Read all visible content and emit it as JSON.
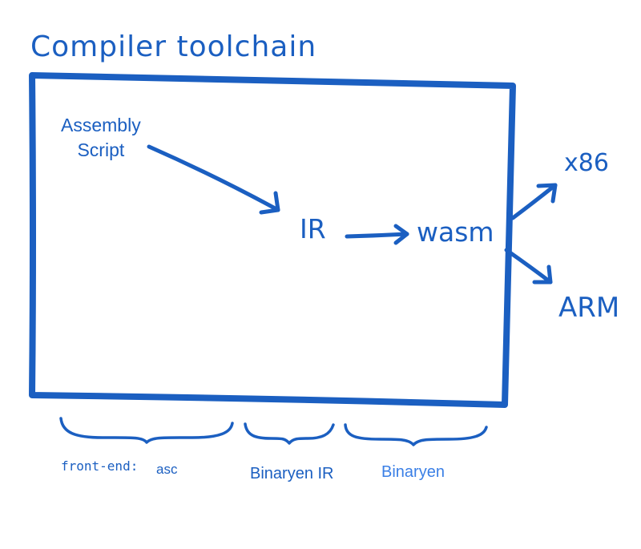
{
  "title": "Compiler toolchain",
  "nodes": {
    "source_line1": "Assembly",
    "source_line2": "Script",
    "ir": "IR",
    "wasm": "wasm",
    "target_x86": "x86",
    "target_arm": "ARM"
  },
  "stages": {
    "front_end_label": "front-end:",
    "front_end_tool": "asc",
    "middle": "Binaryen IR",
    "back_end": "Binaryen"
  },
  "colors": {
    "ink": "#1b5fc1",
    "ink_light": "#3a7fe6",
    "background": "#ffffff"
  }
}
